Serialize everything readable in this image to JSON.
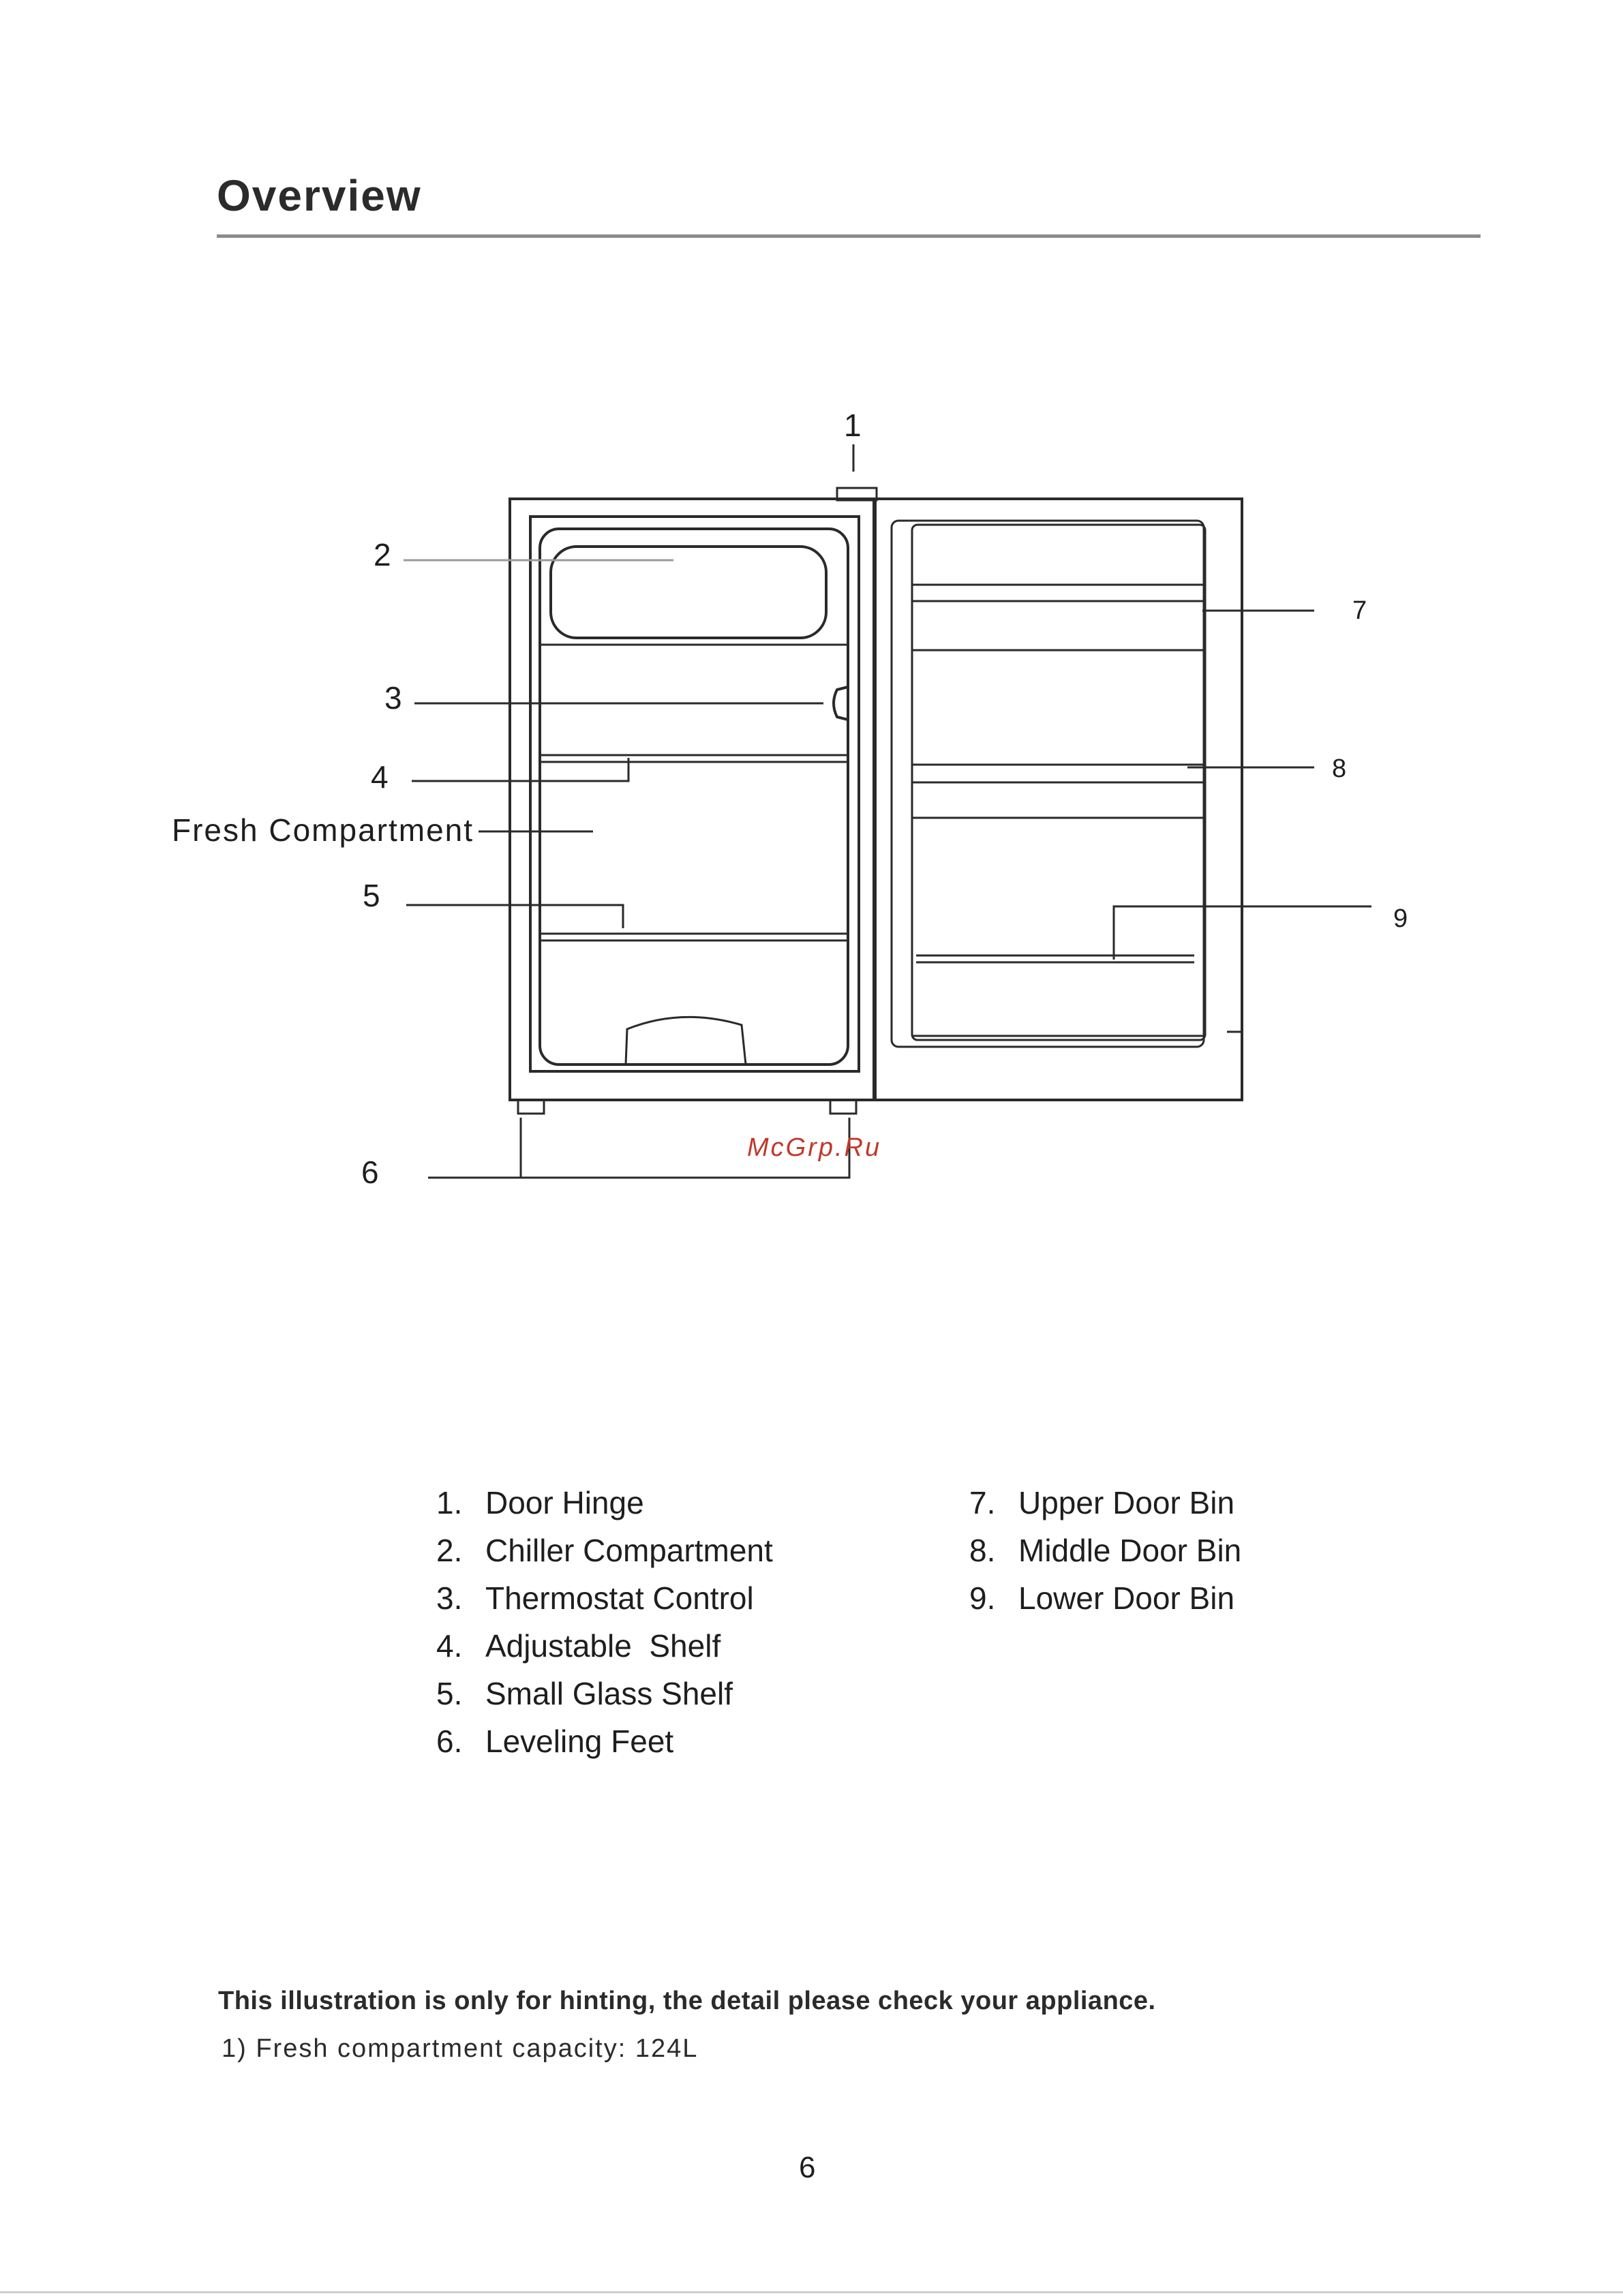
{
  "header": {
    "title": "Overview"
  },
  "diagram": {
    "callouts": [
      "1",
      "2",
      "3",
      "4",
      "5",
      "6",
      "7",
      "8",
      "9"
    ],
    "fresh_label": "Fresh Compartment",
    "watermark": "McGrp.Ru"
  },
  "legend": {
    "left": [
      {
        "num": "1.",
        "name": "Door Hinge"
      },
      {
        "num": "2.",
        "name": "Chiller Compartment"
      },
      {
        "num": "3.",
        "name": "Thermostat Control"
      },
      {
        "num": "4.",
        "name": "Adjustable  Shelf"
      },
      {
        "num": "5.",
        "name": "Small Glass Shelf"
      },
      {
        "num": "6.",
        "name": "Leveling Feet"
      }
    ],
    "right": [
      {
        "num": "7.",
        "name": "Upper Door Bin"
      },
      {
        "num": "8.",
        "name": "Middle Door Bin"
      },
      {
        "num": "9.",
        "name": "Lower Door Bin"
      }
    ]
  },
  "footer": {
    "note": "This illustration is only for hinting, the detail please check your appliance.",
    "capacity": "1) Fresh compartment capacity: 124L",
    "page_number": "6"
  }
}
